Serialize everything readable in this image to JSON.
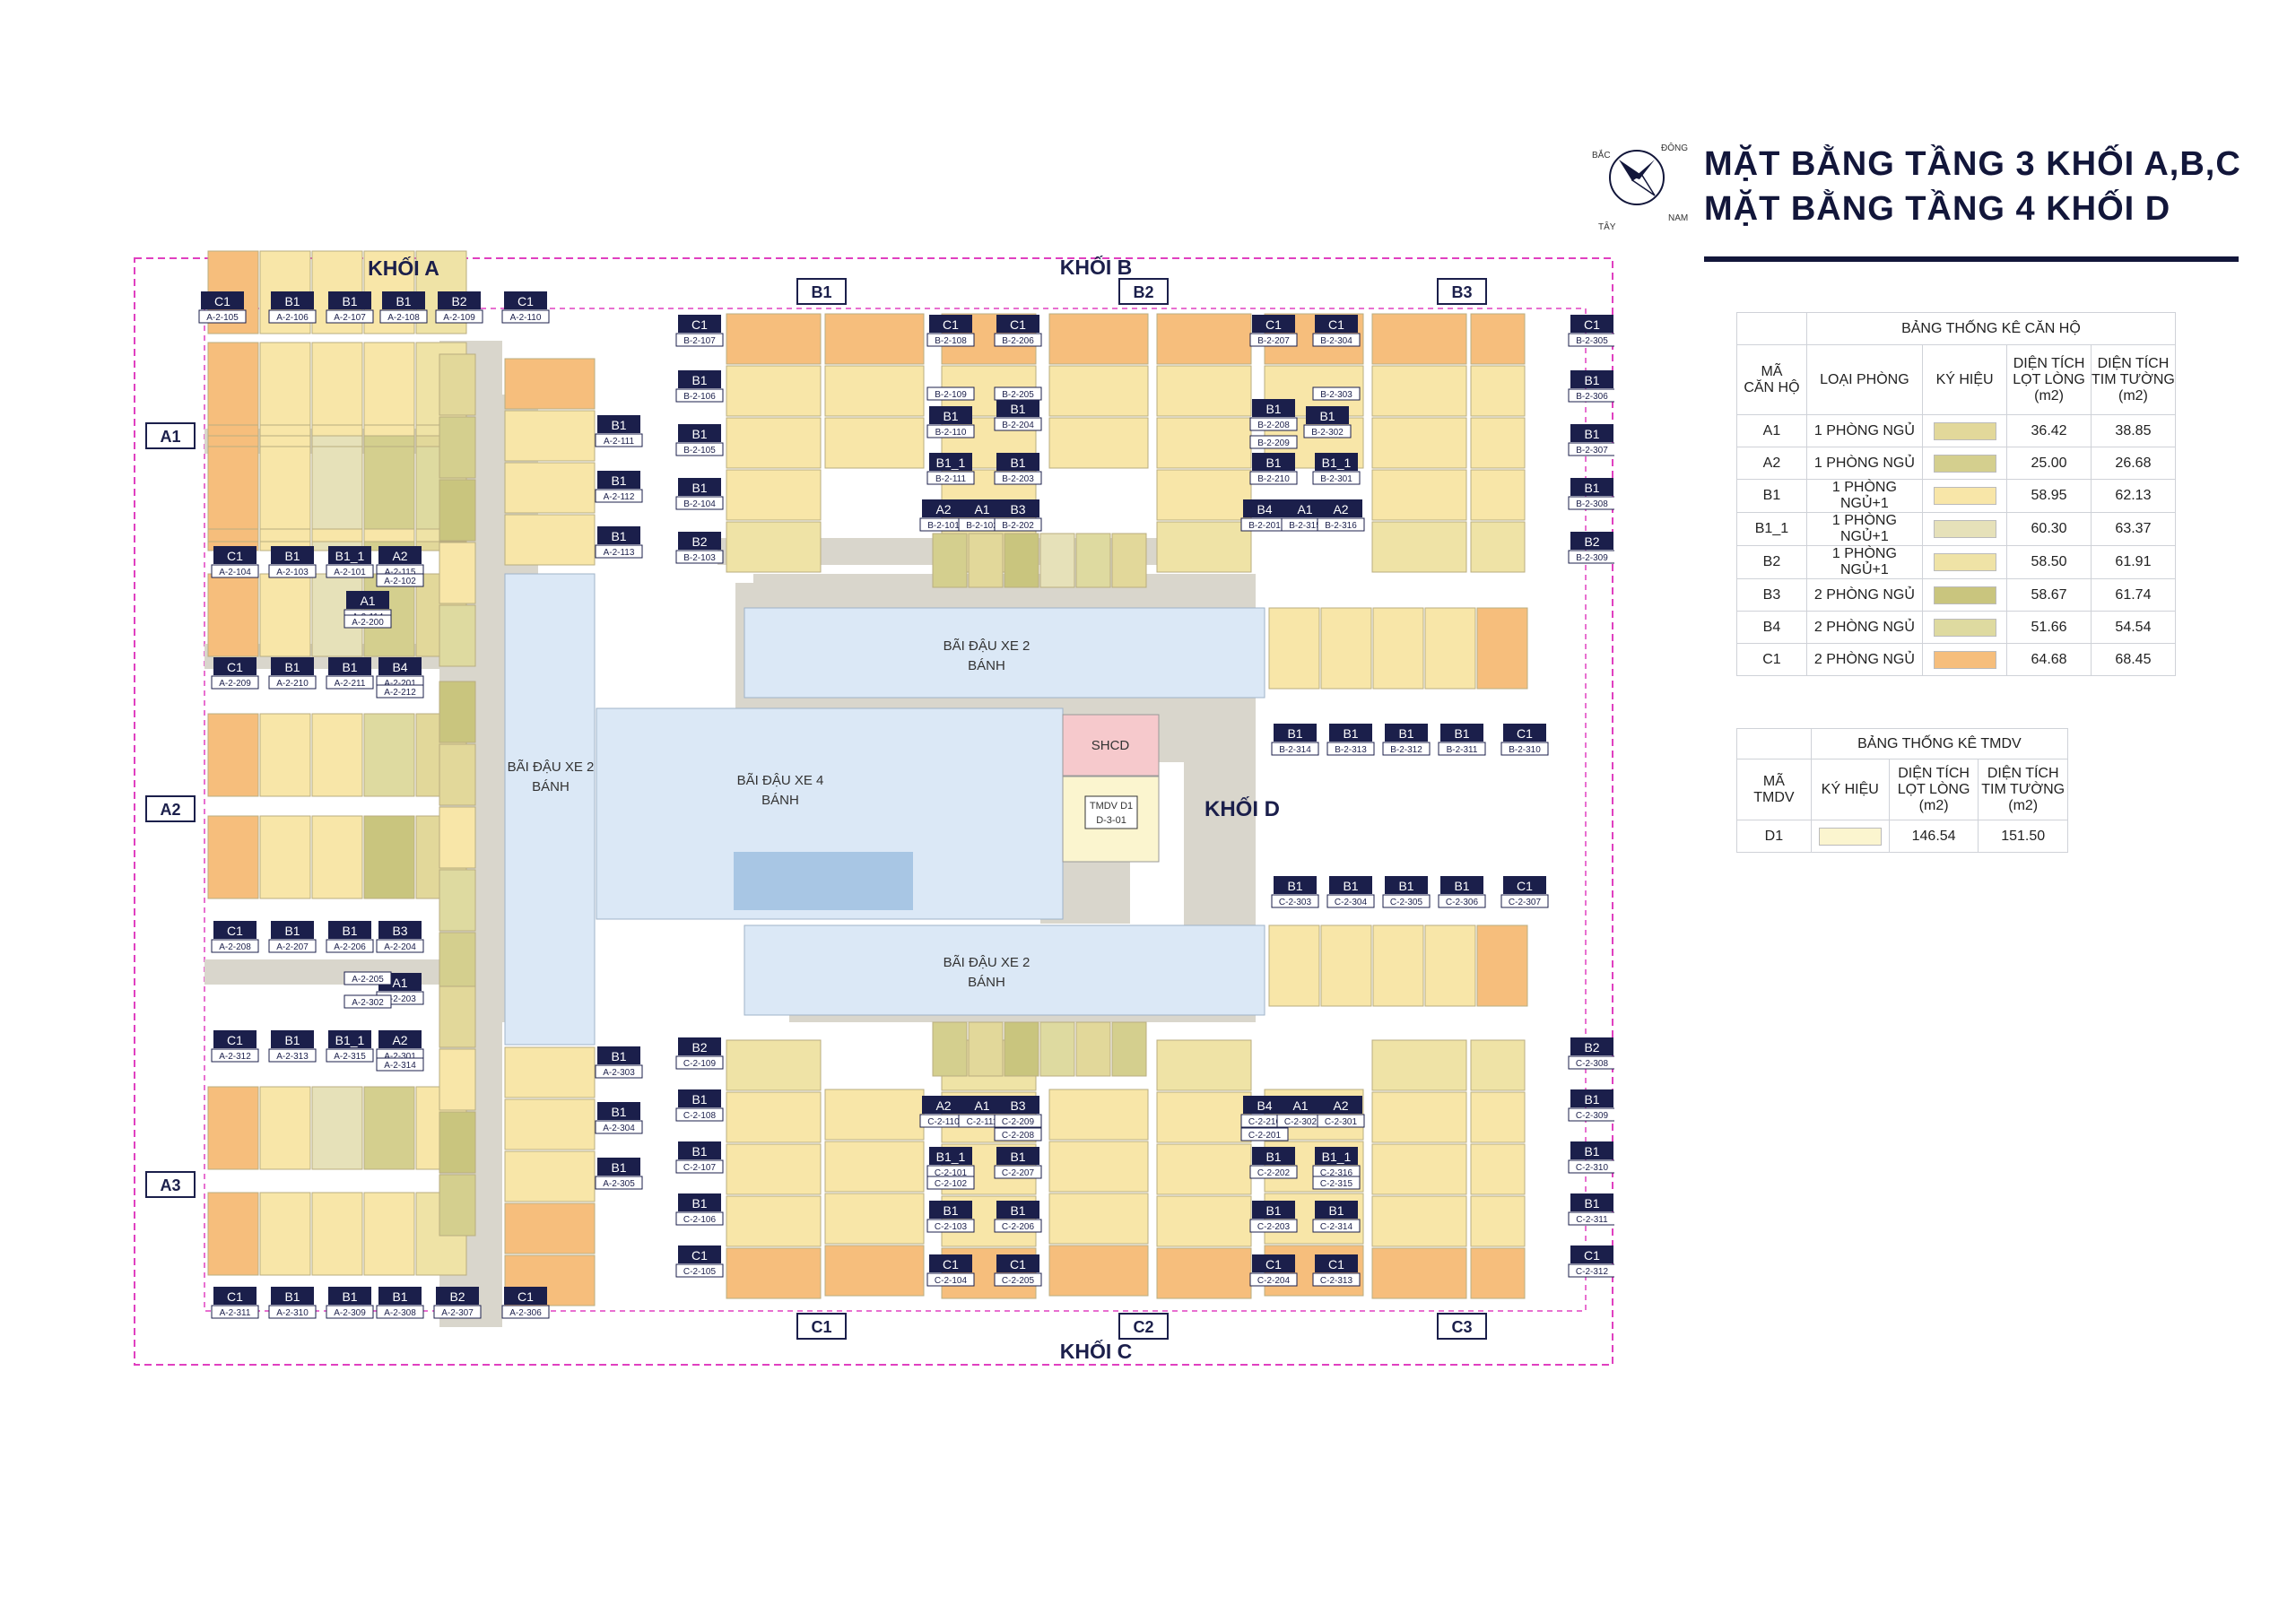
{
  "title": {
    "line1": "MẶT BẰNG TẦNG 3 KHỐI A,B,C",
    "line2": "MẶT BẰNG TẦNG 4 KHỐI D",
    "compass": {
      "north": "BẮC",
      "east": "ĐÔNG",
      "south": "NAM",
      "west": "TÂY"
    }
  },
  "colors": {
    "A1": "#e2d89a",
    "A2": "#d4cf8e",
    "B1": "#f8e6a8",
    "B1_1": "#e6e1b9",
    "B2": "#efe3a6",
    "B3": "#c9c57e",
    "B4": "#dedaa0",
    "C1": "#f6be7c",
    "D1": "#fbf5cf",
    "parking": "#dbe8f6",
    "corridor": "#d9d6cc",
    "shcd": "#f6c9cc",
    "boundary": "#e040c0",
    "label_bg": "#1b1f4b"
  },
  "blocks": {
    "A": "KHỐI A",
    "B": "KHỐI B",
    "C": "KHỐI C",
    "D": "KHỐI D"
  },
  "parking": {
    "p1": [
      "BÃI ĐẬU XE 2",
      "BÁNH"
    ],
    "p2": [
      "BÃI ĐẬU XE 4",
      "BÁNH"
    ],
    "p3": [
      "BÃI ĐẬU XE 2",
      "BÁNH"
    ],
    "p4": [
      "BÃI ĐẬU XE 2",
      "BÁNH"
    ]
  },
  "shcd": "SHCD",
  "tmdv": {
    "label": "TMDV D1",
    "code": "D-3-01"
  },
  "wing_tags": [
    "A1",
    "A2",
    "A3",
    "B1",
    "B2",
    "B3",
    "C1",
    "C2",
    "C3"
  ],
  "unit_labels": [
    {
      "type": "C1",
      "code": "A-2-105"
    },
    {
      "type": "B1",
      "code": "A-2-106"
    },
    {
      "type": "B1",
      "code": "A-2-107"
    },
    {
      "type": "B1",
      "code": "A-2-108"
    },
    {
      "type": "B2",
      "code": "A-2-109"
    },
    {
      "type": "C1",
      "code": "A-2-110"
    },
    {
      "type": "B1",
      "code": "A-2-111"
    },
    {
      "type": "B1",
      "code": "A-2-112"
    },
    {
      "type": "B1",
      "code": "A-2-113"
    },
    {
      "type": "C1",
      "code": "A-2-104"
    },
    {
      "type": "B1",
      "code": "A-2-103"
    },
    {
      "type": "B1_1",
      "code": "A-2-101"
    },
    {
      "type": "A2",
      "code": "A-2-115"
    },
    {
      "type": "A1",
      "code": "A-2-114"
    },
    {
      "type": "C1",
      "code": "A-2-209"
    },
    {
      "type": "B1",
      "code": "A-2-210"
    },
    {
      "type": "B1",
      "code": "A-2-211"
    },
    {
      "type": "B4",
      "code": "A-2-201"
    },
    {
      "type": "C1",
      "code": "A-2-208"
    },
    {
      "type": "B1",
      "code": "A-2-207"
    },
    {
      "type": "B1",
      "code": "A-2-206"
    },
    {
      "type": "B3",
      "code": "A-2-204"
    },
    {
      "type": "A1",
      "code": "A-2-203"
    },
    {
      "type": "C1",
      "code": "A-2-312"
    },
    {
      "type": "B1",
      "code": "A-2-313"
    },
    {
      "type": "B1_1",
      "code": "A-2-315"
    },
    {
      "type": "A2",
      "code": "A-2-301"
    },
    {
      "type": "B1",
      "code": "A-2-303"
    },
    {
      "type": "B1",
      "code": "A-2-304"
    },
    {
      "type": "B1",
      "code": "A-2-305"
    },
    {
      "type": "C1",
      "code": "A-2-311"
    },
    {
      "type": "B1",
      "code": "A-2-310"
    },
    {
      "type": "B1",
      "code": "A-2-309"
    },
    {
      "type": "B1",
      "code": "A-2-308"
    },
    {
      "type": "B2",
      "code": "A-2-307"
    },
    {
      "type": "C1",
      "code": "A-2-306"
    },
    {
      "type": "C1",
      "code": "B-2-107"
    },
    {
      "type": "C1",
      "code": "B-2-108"
    },
    {
      "type": "C1",
      "code": "B-2-206"
    },
    {
      "type": "C1",
      "code": "B-2-207"
    },
    {
      "type": "C1",
      "code": "B-2-304"
    },
    {
      "type": "C1",
      "code": "B-2-305"
    },
    {
      "type": "B1",
      "code": "B-2-106"
    },
    {
      "type": "B1",
      "code": "B-2-105"
    },
    {
      "type": "B1",
      "code": "B-2-104"
    },
    {
      "type": "B2",
      "code": "B-2-103"
    },
    {
      "type": "B1",
      "code": "B-2-110"
    },
    {
      "type": "B1_1",
      "code": "B-2-111"
    },
    {
      "type": "A2",
      "code": "B-2-101"
    },
    {
      "type": "A1",
      "code": "B-2-102"
    },
    {
      "type": "B3",
      "code": "B-2-202"
    },
    {
      "type": "B1",
      "code": "B-2-204"
    },
    {
      "type": "B1",
      "code": "B-2-203"
    },
    {
      "type": "B1",
      "code": "B-2-208"
    },
    {
      "type": "B1",
      "code": "B-2-210"
    },
    {
      "type": "B4",
      "code": "B-2-201"
    },
    {
      "type": "A1",
      "code": "B-2-315"
    },
    {
      "type": "A2",
      "code": "B-2-316"
    },
    {
      "type": "B1",
      "code": "B-2-302"
    },
    {
      "type": "B1_1",
      "code": "B-2-301"
    },
    {
      "type": "B1",
      "code": "B-2-306"
    },
    {
      "type": "B1",
      "code": "B-2-307"
    },
    {
      "type": "B1",
      "code": "B-2-308"
    },
    {
      "type": "B2",
      "code": "B-2-309"
    },
    {
      "type": "B1",
      "code": "B-2-314"
    },
    {
      "type": "B1",
      "code": "B-2-313"
    },
    {
      "type": "B1",
      "code": "B-2-312"
    },
    {
      "type": "B1",
      "code": "B-2-311"
    },
    {
      "type": "C1",
      "code": "B-2-310"
    },
    {
      "type": "B1",
      "code": "C-2-303"
    },
    {
      "type": "B1",
      "code": "C-2-304"
    },
    {
      "type": "B1",
      "code": "C-2-305"
    },
    {
      "type": "B1",
      "code": "C-2-306"
    },
    {
      "type": "C1",
      "code": "C-2-307"
    },
    {
      "type": "B2",
      "code": "C-2-109"
    },
    {
      "type": "B1",
      "code": "C-2-108"
    },
    {
      "type": "B1",
      "code": "C-2-107"
    },
    {
      "type": "B1",
      "code": "C-2-106"
    },
    {
      "type": "C1",
      "code": "C-2-105"
    },
    {
      "type": "A2",
      "code": "C-2-110"
    },
    {
      "type": "A1",
      "code": "C-2-111"
    },
    {
      "type": "B3",
      "code": "C-2-209"
    },
    {
      "type": "B1_1",
      "code": "C-2-101"
    },
    {
      "type": "B1",
      "code": "C-2-207"
    },
    {
      "type": "B1",
      "code": "C-2-103"
    },
    {
      "type": "B1",
      "code": "C-2-206"
    },
    {
      "type": "C1",
      "code": "C-2-104"
    },
    {
      "type": "C1",
      "code": "C-2-205"
    },
    {
      "type": "B4",
      "code": "C-2-210"
    },
    {
      "type": "A1",
      "code": "C-2-302"
    },
    {
      "type": "A2",
      "code": "C-2-301"
    },
    {
      "type": "B1",
      "code": "C-2-202"
    },
    {
      "type": "B1_1",
      "code": "C-2-316"
    },
    {
      "type": "B1",
      "code": "C-2-203"
    },
    {
      "type": "B1",
      "code": "C-2-314"
    },
    {
      "type": "C1",
      "code": "C-2-204"
    },
    {
      "type": "C1",
      "code": "C-2-313"
    },
    {
      "type": "B2",
      "code": "C-2-308"
    },
    {
      "type": "B1",
      "code": "C-2-309"
    },
    {
      "type": "B1",
      "code": "C-2-310"
    },
    {
      "type": "B1",
      "code": "C-2-311"
    },
    {
      "type": "C1",
      "code": "C-2-312"
    }
  ],
  "extra_codes": [
    "A-2-102",
    "A-2-200",
    "A-2-212",
    "A-2-205",
    "A-2-302",
    "A-2-314",
    "B-2-109",
    "B-2-205",
    "B-2-209",
    "B-2-303",
    "C-2-102",
    "C-2-208",
    "C-2-201",
    "C-2-315"
  ],
  "apartment_table": {
    "title": "BẢNG THỐNG KÊ CĂN HỘ",
    "headers": {
      "ma": [
        "MÃ",
        "CĂN HỘ"
      ],
      "loai": "LOẠI PHÒNG",
      "ky_hieu": "KÝ HIỆU",
      "lot_long": [
        "DIỆN TÍCH",
        "LỌT LÒNG",
        "(m2)"
      ],
      "tim_tuong": [
        "DIỆN TÍCH",
        "TIM TƯỜNG",
        "(m2)"
      ]
    },
    "rows": [
      {
        "code": "A1",
        "type": "1 PHÒNG NGỦ",
        "lot_long": "36.42",
        "tim_tuong": "38.85",
        "color": "#e2d89a"
      },
      {
        "code": "A2",
        "type": "1 PHÒNG NGỦ",
        "lot_long": "25.00",
        "tim_tuong": "26.68",
        "color": "#d4cf8e"
      },
      {
        "code": "B1",
        "type": "1 PHÒNG NGỦ+1",
        "lot_long": "58.95",
        "tim_tuong": "62.13",
        "color": "#f8e6a8"
      },
      {
        "code": "B1_1",
        "type": "1 PHÒNG NGỦ+1",
        "lot_long": "60.30",
        "tim_tuong": "63.37",
        "color": "#e6e1b9"
      },
      {
        "code": "B2",
        "type": "1 PHÒNG NGỦ+1",
        "lot_long": "58.50",
        "tim_tuong": "61.91",
        "color": "#efe3a6"
      },
      {
        "code": "B3",
        "type": "2 PHÒNG NGỦ",
        "lot_long": "58.67",
        "tim_tuong": "61.74",
        "color": "#c9c57e"
      },
      {
        "code": "B4",
        "type": "2 PHÒNG NGỦ",
        "lot_long": "51.66",
        "tim_tuong": "54.54",
        "color": "#dedaa0"
      },
      {
        "code": "C1",
        "type": "2 PHÒNG NGỦ",
        "lot_long": "64.68",
        "tim_tuong": "68.45",
        "color": "#f6be7c"
      }
    ]
  },
  "tmdv_table": {
    "title": "BẢNG THỐNG KÊ TMDV",
    "headers": {
      "ma": [
        "MÃ",
        "TMDV"
      ],
      "ky_hieu": "KÝ HIỆU",
      "lot_long": [
        "DIỆN TÍCH",
        "LỌT LÒNG",
        "(m2)"
      ],
      "tim_tuong": [
        "DIỆN TÍCH",
        "TIM TƯỜNG",
        "(m2)"
      ]
    },
    "rows": [
      {
        "code": "D1",
        "lot_long": "146.54",
        "tim_tuong": "151.50",
        "color": "#fbf5cf"
      }
    ]
  }
}
